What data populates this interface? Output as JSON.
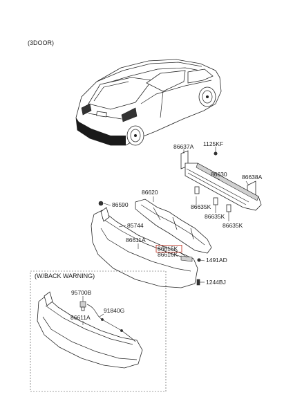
{
  "header": {
    "variant_label": "(3DOOR)"
  },
  "inset": {
    "title": "(W/BACK  WARNING)"
  },
  "parts": {
    "p86637A": "86637A",
    "p1125KF": "1125KF",
    "p86630": "86630",
    "p86638A": "86638A",
    "p86620": "86620",
    "p86590": "86590",
    "p86635K_1": "86635K",
    "p86635K_2": "86635K",
    "p86635K_3": "86635K",
    "p85744": "85744",
    "p86611A": "86611A",
    "p86615K": "86615K",
    "p86616K": "86616K",
    "p1491AD": "1491AD",
    "p1244BJ": "1244BJ",
    "p95700B": "95700B",
    "p91840G": "91840G",
    "p86611A_inset": "86611A"
  },
  "colors": {
    "line": "#222222",
    "highlight_box": "#c0392b",
    "shade": "#d0d0d0"
  }
}
